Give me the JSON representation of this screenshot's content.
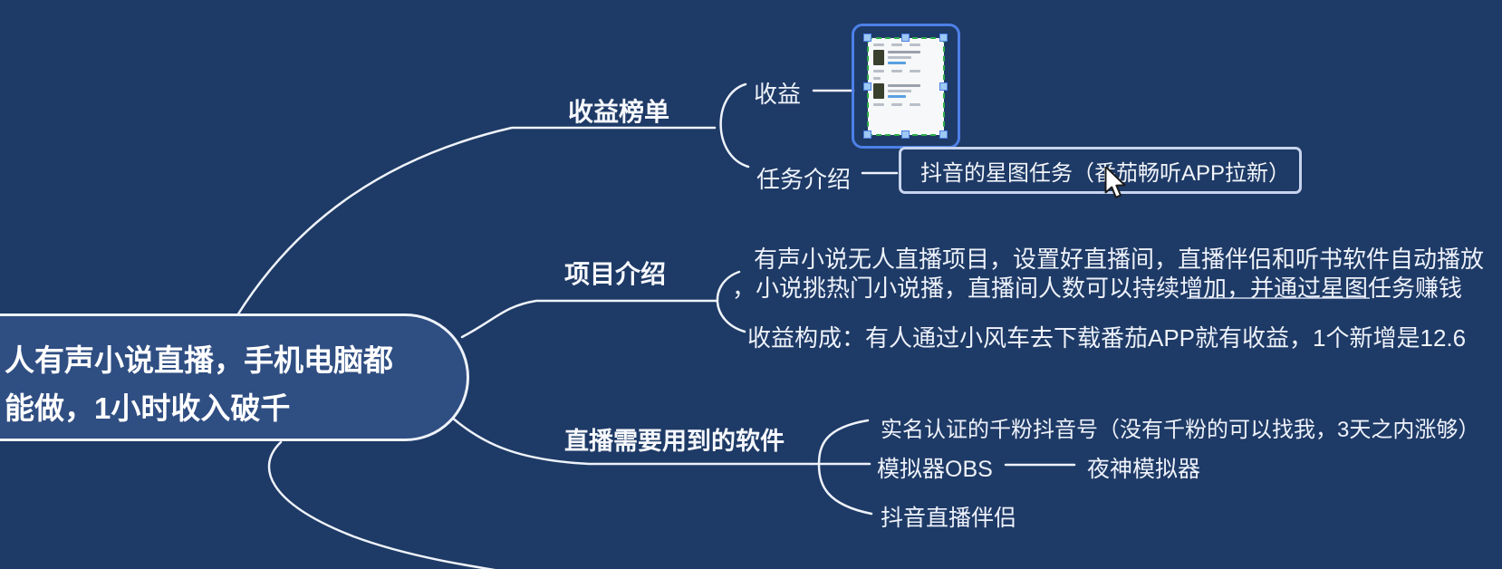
{
  "colors": {
    "background": "#1e3a66",
    "root_fill": "#2f4e82",
    "line": "#eef3fb",
    "selection_blue": "#4d80e8",
    "crop_dashed_green": "#2fae4a",
    "handle_fill": "#9ec9f2"
  },
  "root": {
    "line1": "人有声小说直播，手机电脑都",
    "line2": "能做，1小时收入破千"
  },
  "topics": {
    "revenue_ranking": {
      "label": "收益榜单",
      "revenue": {
        "label": "收益",
        "image": "earnings-screenshot-cards"
      },
      "task_intro": {
        "label": "任务介绍",
        "detail": "抖音的星图任务（番茄畅听APP拉新）"
      }
    },
    "project_intro": {
      "label": "项目介绍",
      "desc_line1": "有声小说无人直播项目，设置好直播间，直播伴侣和听书软件自动播放",
      "desc_line2": "，小说挑热门小说播，直播间人数可以持续增加，并通过星图任务赚钱",
      "revenue_note": "收益构成：有人通过小风车去下载番茄APP就有收益，1个新增是12.6"
    },
    "software": {
      "label": "直播需要用到的软件",
      "account": "实名认证的千粉抖音号（没有千粉的可以找我，3天之内涨够）",
      "emulator": "模拟器OBS",
      "emulator_child": "夜神模拟器",
      "companion": "抖音直播伴侣"
    }
  },
  "ui": {
    "cursor_icon": "arrow-pointer",
    "image_selected": true
  }
}
